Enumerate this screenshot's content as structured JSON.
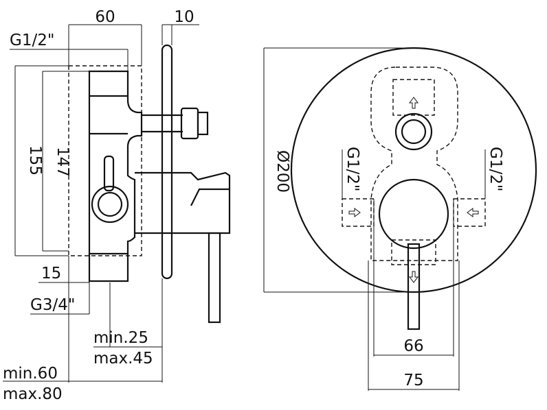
{
  "side_view": {
    "dim_width": "60",
    "dim_plate": "10",
    "dim_height_outer": "155",
    "dim_height_inner": "147",
    "dim_bottom_offset": "15",
    "inlet_top_label": "G1/2\"",
    "outlet_bottom_label": "G3/4\"",
    "depth_a_min": "min.25",
    "depth_a_max": "max.45",
    "depth_b_min": "min.60",
    "depth_b_max": "max.80"
  },
  "front_view": {
    "dim_diameter": "Ø200",
    "left_inlet_label": "G1/2\"",
    "right_inlet_label": "G1/2\"",
    "dim_inner_width": "66",
    "dim_outer_width": "75"
  }
}
